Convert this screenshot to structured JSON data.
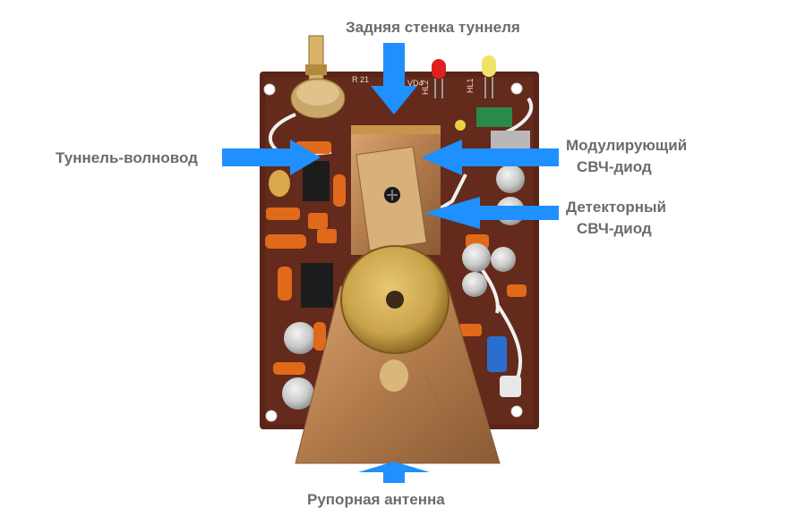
{
  "labels": {
    "back_wall": "Задняя стенка туннеля",
    "tunnel": "Туннель-волновод",
    "modulating_line1": "Модулирующий",
    "modulating_line2": "СВЧ-диод",
    "detector_line1": "Детекторный",
    "detector_line2": "СВЧ-диод",
    "horn": "Рупорная антенна"
  },
  "board_markings": {
    "r21": "R 21",
    "vd": "VD4",
    "hl2": "HL2",
    "hl1": "HL1"
  },
  "colors": {
    "arrow": "#1e90ff",
    "label": "#6b6b6b",
    "pcb": "#5a2418",
    "copper": "#b07a4a",
    "brass": "#c9a34a"
  }
}
